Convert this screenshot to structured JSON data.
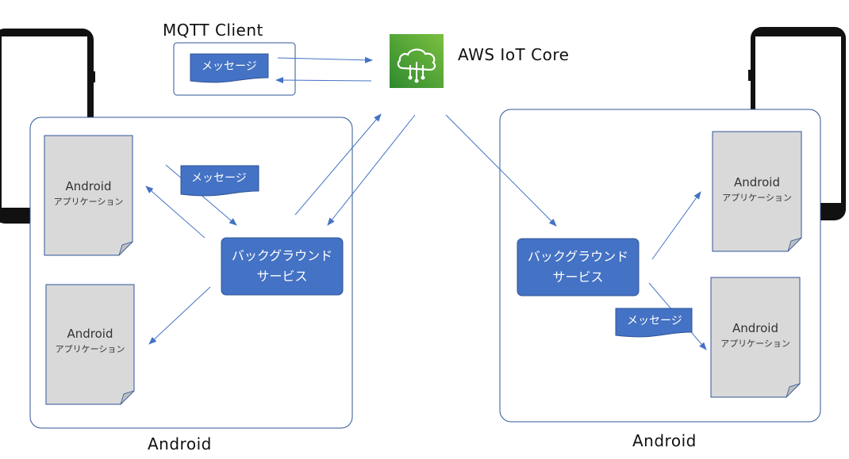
{
  "mqtt_client": {
    "label": "MQTT Client",
    "message": "メッセージ"
  },
  "aws": {
    "label": "AWS IoT Core",
    "icon": "aws-iot-core-icon"
  },
  "left_device": {
    "label": "Android",
    "app_top": {
      "title": "Android",
      "subtitle": "アプリケーション"
    },
    "app_bottom": {
      "title": "Android",
      "subtitle": "アプリケーション"
    },
    "service": {
      "line1": "バックグラウンド",
      "line2": "サービス"
    },
    "message": "メッセージ"
  },
  "right_device": {
    "label": "Android",
    "app_top": {
      "title": "Android",
      "subtitle": "アプリケーション"
    },
    "app_bottom": {
      "title": "Android",
      "subtitle": "アプリケーション"
    },
    "service": {
      "line1": "バックグラウンド",
      "line2": "サービス"
    },
    "message": "メッセージ"
  },
  "colors": {
    "accent_blue": "#4472c4",
    "border_blue": "#2f5597",
    "document_gray": "#d9d9d9",
    "aws_green_light": "#7bbf3f",
    "aws_green_dark": "#2e8a2f"
  }
}
